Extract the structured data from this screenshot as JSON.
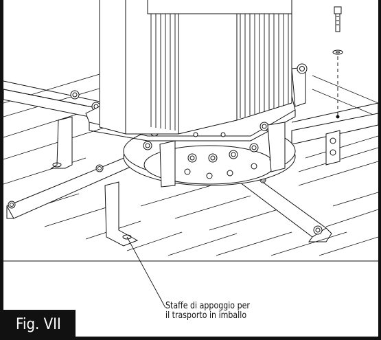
{
  "figure": {
    "label": "Fig. VII",
    "caption_line1": "Staffe di appoggio per",
    "caption_line2": "il trasporto in imballo"
  },
  "colors": {
    "ink": "#111111",
    "paper": "#ffffff",
    "label_background": "#111111",
    "label_text": "#ffffff"
  }
}
